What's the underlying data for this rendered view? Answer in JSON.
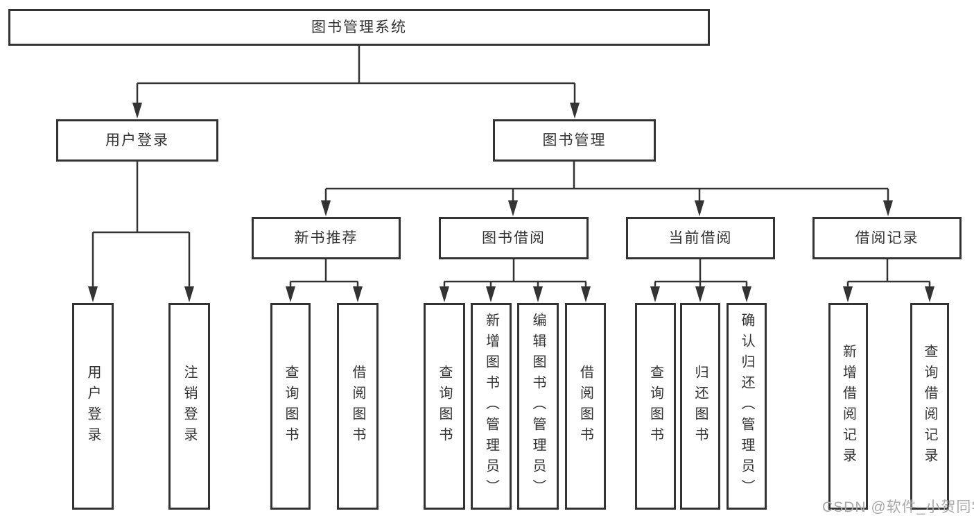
{
  "diagram": {
    "title": "图书管理系统",
    "tree": {
      "label": "图书管理系统",
      "children": [
        {
          "label": "用户登录",
          "children": [
            {
              "label": "用户登录"
            },
            {
              "label": "注销登录"
            }
          ]
        },
        {
          "label": "图书管理",
          "children": [
            {
              "label": "新书推荐",
              "children": [
                {
                  "label": "查询图书"
                },
                {
                  "label": "借阅图书"
                }
              ]
            },
            {
              "label": "图书借阅",
              "children": [
                {
                  "label": "查询图书"
                },
                {
                  "label": "新增图书（管理员）"
                },
                {
                  "label": "编辑图书（管理员）"
                },
                {
                  "label": "借阅图书"
                }
              ]
            },
            {
              "label": "当前借阅",
              "children": [
                {
                  "label": "查询图书"
                },
                {
                  "label": "归还图书"
                },
                {
                  "label": "确认归还（管理员）"
                }
              ]
            },
            {
              "label": "借阅记录",
              "children": [
                {
                  "label": "新增借阅记录"
                },
                {
                  "label": "查询借阅记录"
                }
              ]
            }
          ]
        }
      ]
    },
    "watermark": "CSDN @软件_小贺同学",
    "colors": {
      "line": "#333333",
      "text": "#333333",
      "background": "#ffffff",
      "watermark": "#a9a9a9"
    }
  }
}
